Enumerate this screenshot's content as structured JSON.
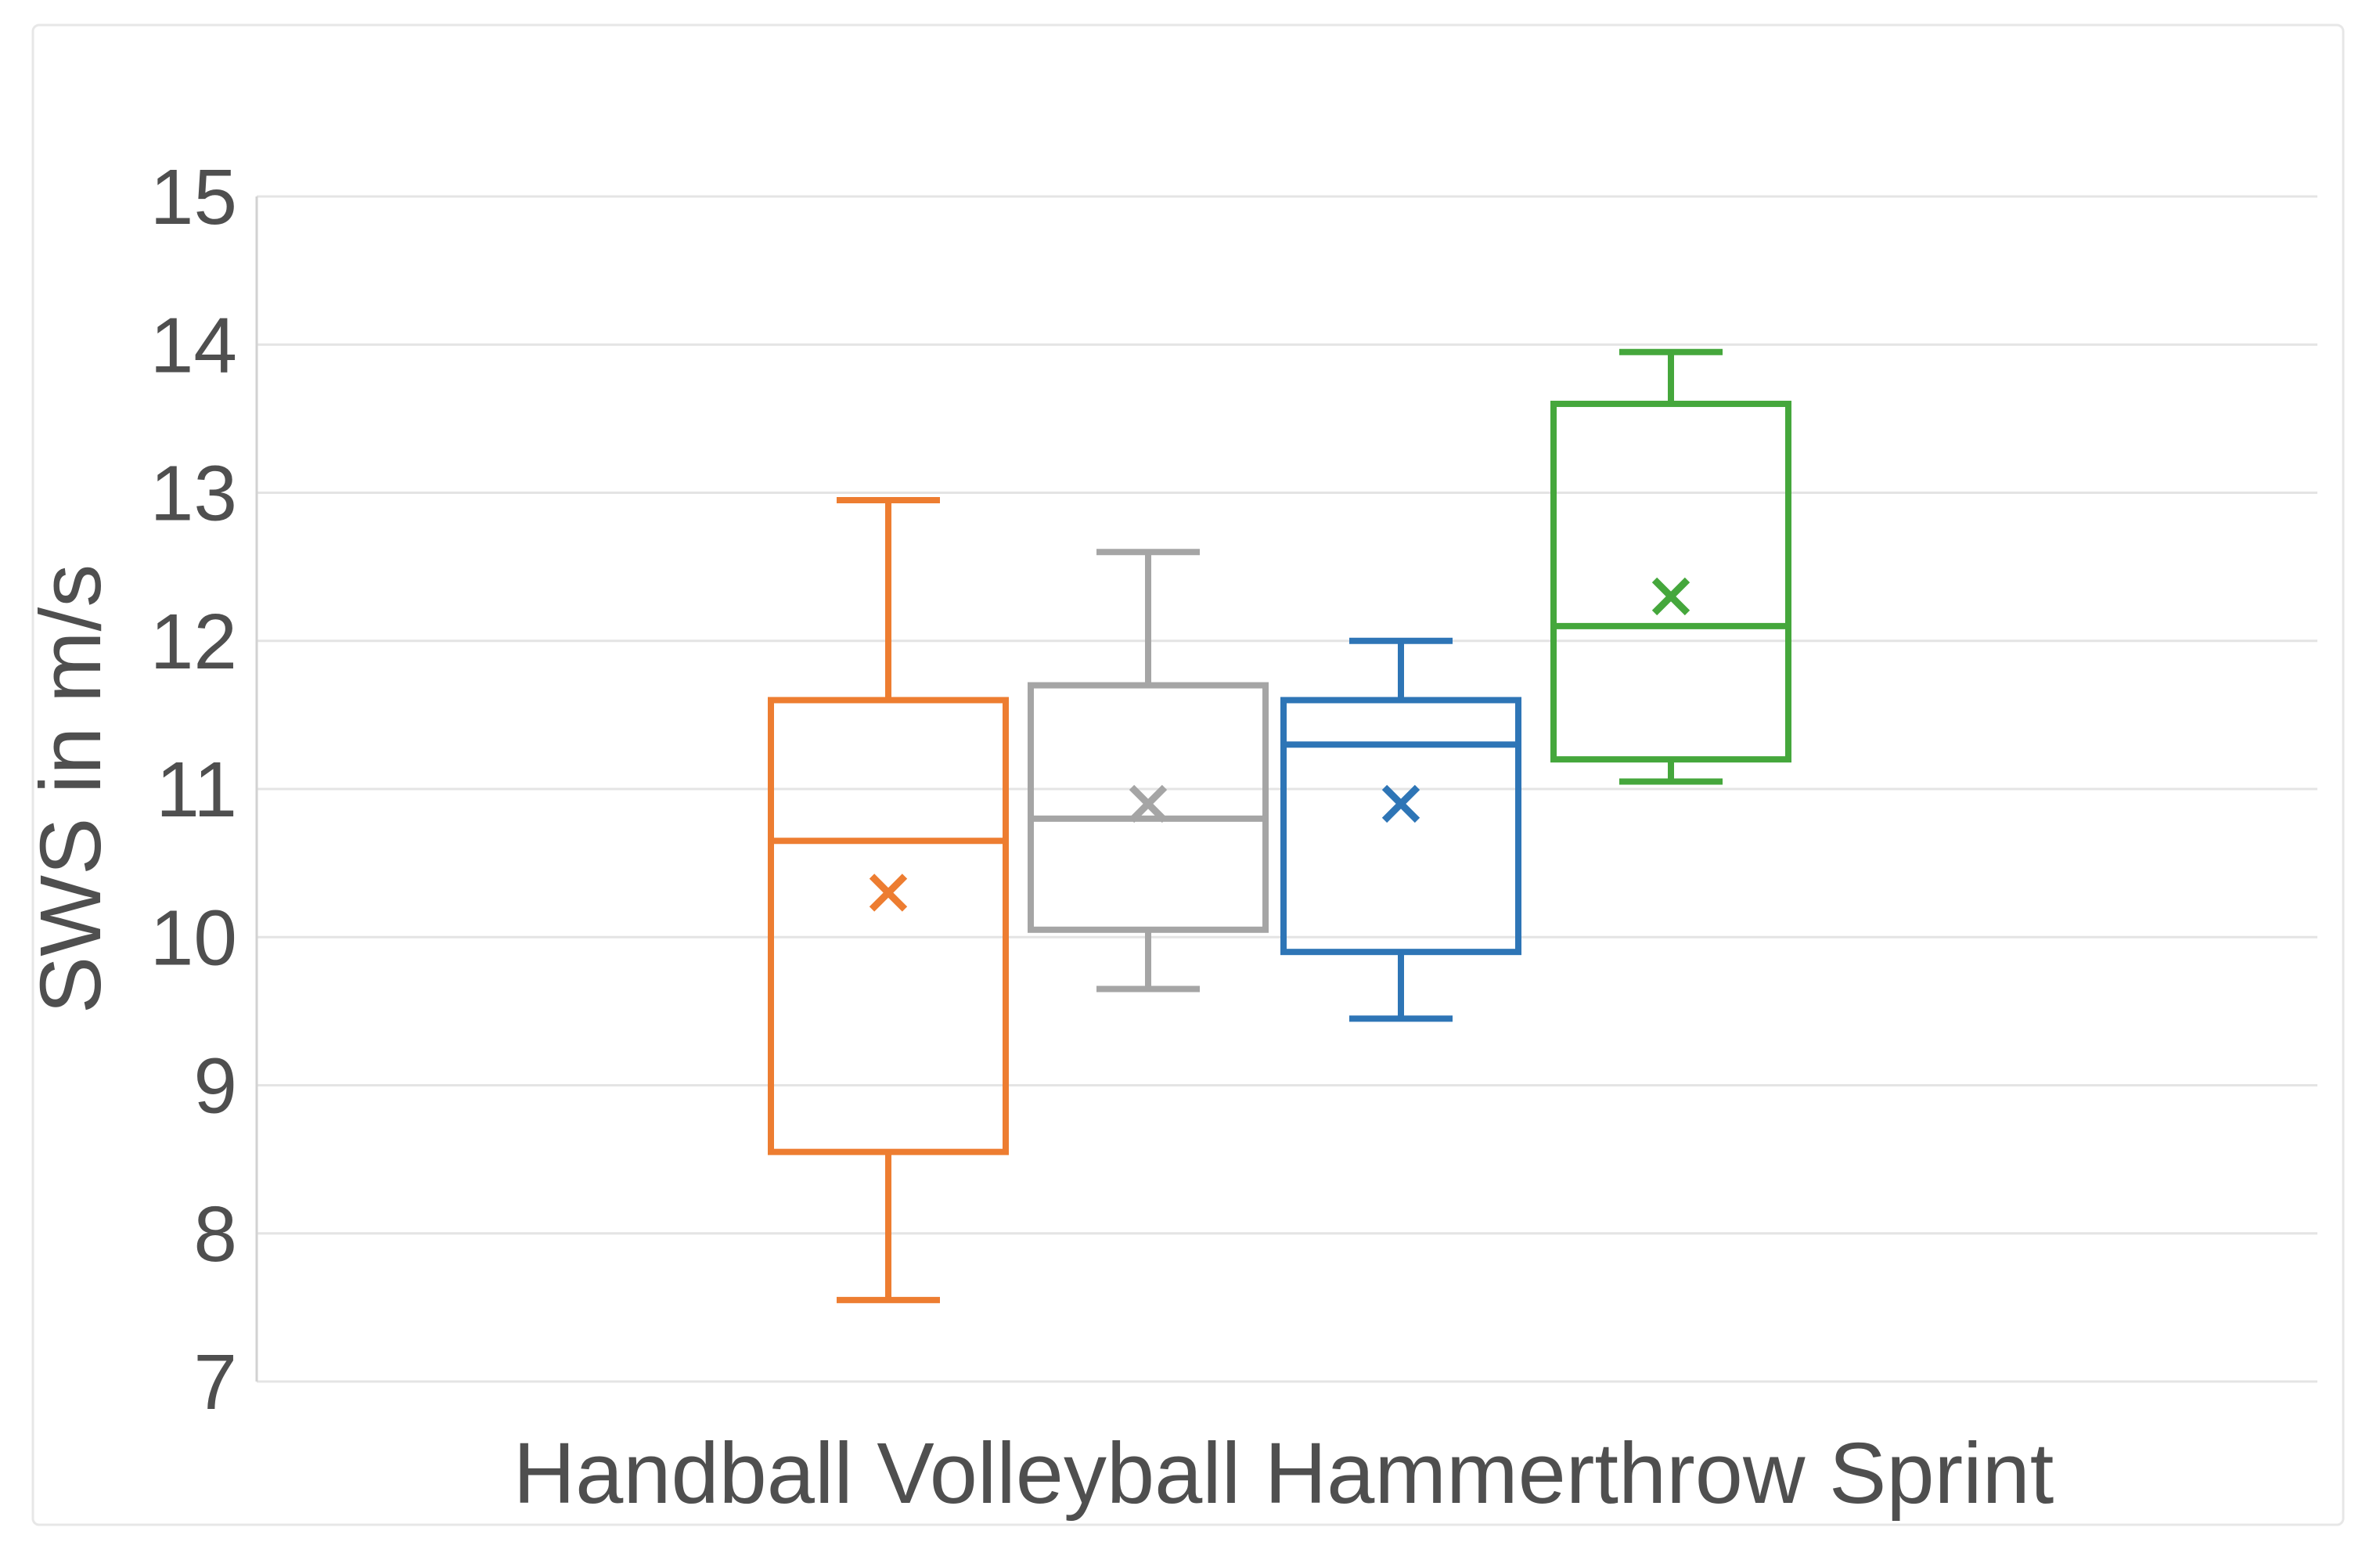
{
  "chart_data": {
    "type": "box",
    "title": "",
    "ylabel": "SWS in m/s",
    "xlabel": "Handball Volleyball Hammerthrow Sprint",
    "ylim": [
      7,
      15
    ],
    "y_ticks": [
      15,
      14,
      13,
      12,
      11,
      10,
      9,
      8,
      7
    ],
    "grid": true,
    "legend": "none",
    "categories": [
      "Handball",
      "Volleyball",
      "Hammerthrow",
      "Sprint"
    ],
    "series": [
      {
        "name": "Handball",
        "color": "#ED7D31",
        "min": 7.55,
        "q1": 8.55,
        "median": 10.65,
        "q3": 11.6,
        "max": 12.95,
        "mean": 10.3
      },
      {
        "name": "Volleyball",
        "color": "#A5A5A5",
        "min": 9.65,
        "q1": 10.05,
        "median": 10.8,
        "q3": 11.7,
        "max": 12.6,
        "mean": 10.9
      },
      {
        "name": "Hammerthrow",
        "color": "#2E75B6",
        "min": 9.45,
        "q1": 9.9,
        "median": 11.3,
        "q3": 11.6,
        "max": 12.0,
        "mean": 10.9
      },
      {
        "name": "Sprint",
        "color": "#45A73C",
        "min": 11.05,
        "q1": 11.2,
        "median": 12.1,
        "q3": 13.6,
        "max": 13.95,
        "mean": 12.3
      }
    ],
    "colors": {
      "text": "#4f4f4f",
      "gridline": "#E4E4E4",
      "axis_line": "#D2D2D2",
      "frame_border": "#E7E7E7",
      "background": "#FFFFFF"
    }
  }
}
